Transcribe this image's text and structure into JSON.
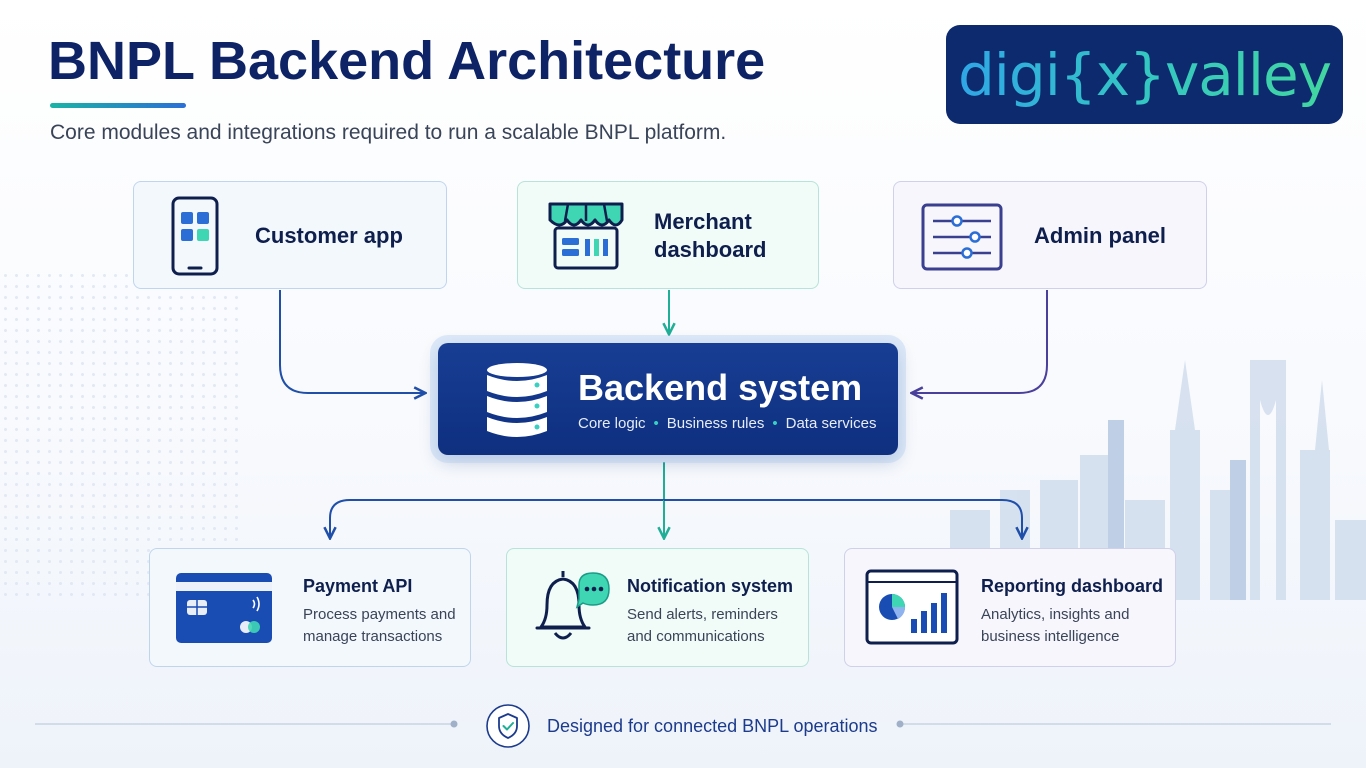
{
  "header": {
    "title": "BNPL Backend Architecture",
    "subtitle": "Core modules and integrations required to run a scalable BNPL platform."
  },
  "logo": {
    "text": "digi{x}valley"
  },
  "top_cards": [
    {
      "label": "Customer app",
      "icon": "smartphone-icon"
    },
    {
      "label": "Merchant dashboard",
      "icon": "storefront-icon"
    },
    {
      "label": "Admin panel",
      "icon": "sliders-icon"
    }
  ],
  "backend": {
    "title": "Backend system",
    "tags": [
      "Core logic",
      "Business rules",
      "Data services"
    ],
    "icon": "database-icon"
  },
  "bottom_cards": [
    {
      "title": "Payment API",
      "description": "Process payments and manage transactions",
      "icon": "credit-card-icon"
    },
    {
      "title": "Notification system",
      "description": "Send alerts, reminders and communications",
      "icon": "bell-icon"
    },
    {
      "title": "Reporting dashboard",
      "description": "Analytics, insights and business intelligence",
      "icon": "report-chart-icon"
    }
  ],
  "footer": {
    "text": "Designed for connected BNPL operations",
    "icon": "shield-check-icon"
  },
  "colors": {
    "navy": "#0d2366",
    "backend_blue": "#173e94",
    "teal": "#1fae96",
    "purple": "#4b3f9c",
    "line_blue": "#1f4fa8"
  }
}
